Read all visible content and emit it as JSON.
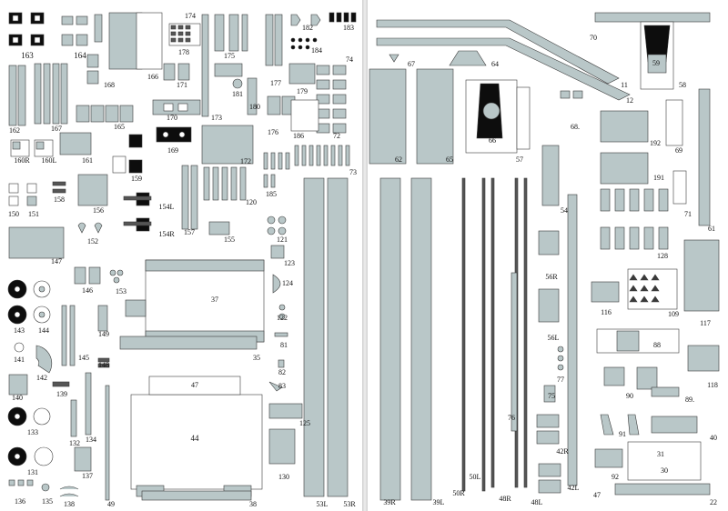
{
  "sheet": {
    "left_page": "left",
    "right_page": "right"
  },
  "colors": {
    "part_fill": "#b9c7c8",
    "line": "#3a3a3a",
    "black": "#0d0d0d",
    "paper": "#ffffff"
  },
  "labels_left": [
    "174",
    "163",
    "164",
    "168",
    "166",
    "178",
    "171",
    "175",
    "181",
    "180",
    "177",
    "182",
    "183",
    "184",
    "74",
    "179",
    "72",
    "162",
    "167",
    "165",
    "170",
    "173",
    "176",
    "186",
    "160R",
    "160L",
    "161",
    "169",
    "172",
    "159",
    "158",
    "150",
    "151",
    "156",
    "154L",
    "154R",
    "157",
    "120",
    "185",
    "73",
    "121",
    "152",
    "153",
    "155",
    "123",
    "147",
    "146",
    "124",
    "143",
    "144",
    "145",
    "149",
    "122",
    "141",
    "148",
    "81",
    "142",
    "140",
    "139",
    "82",
    "83",
    "133",
    "134",
    "125",
    "44",
    "47",
    "132",
    "37",
    "35",
    "131",
    "137",
    "130",
    "136",
    "135",
    "138",
    "49",
    "38",
    "53L",
    "53R"
  ],
  "labels_right": [
    "70",
    "67",
    "64",
    "11",
    "58",
    "59",
    "66",
    "62",
    "12",
    "65",
    "57",
    "68.",
    "192",
    "69",
    "191",
    "71",
    "61",
    "54",
    "56R",
    "128",
    "116",
    "109",
    "117",
    "56L",
    "77",
    "88",
    "75",
    "42R",
    "90",
    "89.",
    "118",
    "91",
    "50R",
    "48R",
    "76",
    "92",
    "42L",
    "40",
    "39R",
    "39L",
    "50L",
    "48L",
    "47",
    "22",
    "30",
    "31"
  ],
  "icons": [
    "lightbulb-icon"
  ]
}
